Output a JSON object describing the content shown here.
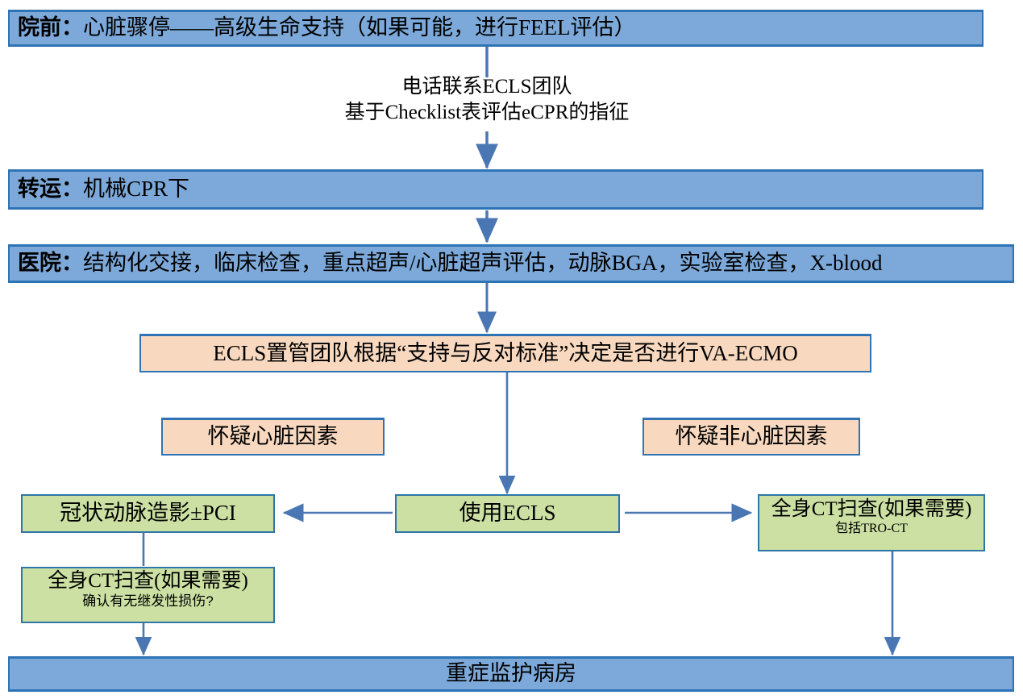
{
  "diagram": {
    "title_hidden": "",
    "colors": {
      "banner_fill": "#7CA9D9",
      "banner_border": "#2E74B5",
      "peach_fill": "#F8D9C0",
      "peach_border": "#2E74B5",
      "green_fill": "#CBE0A2",
      "green_border": "#2E75A8",
      "arrow": "#4A77B4"
    },
    "nodes": {
      "prehospital": {
        "lead": "院前：",
        "text": "心脏骤停——高级生命支持（如果可能，进行FEEL评估）"
      },
      "transport": {
        "lead": "转运：",
        "text": "机械CPR下"
      },
      "hospital": {
        "lead": "医院：",
        "text": "结构化交接，临床检查，重点超声/心脏超声评估，动脉BGA，实验室检查，X-blood"
      },
      "decision": {
        "text": "ECLS置管团队根据“支持与反对标准”决定是否进行VA-ECMO"
      },
      "suspect_cardiac": {
        "text": "怀疑心脏因素"
      },
      "suspect_noncardiac": {
        "text": "怀疑非心脏因素"
      },
      "coronary": {
        "text": "冠状动脉造影±PCI"
      },
      "use_ecls": {
        "text": "使用ECLS"
      },
      "ct_right": {
        "text": "全身CT扫查(如果需要)",
        "sub": "包括TRO-CT"
      },
      "ct_left": {
        "text": "全身CT扫查(如果需要)",
        "sub": "确认有无继发性损伤?"
      },
      "icu": {
        "text": "重症监护病房"
      }
    },
    "edge_labels": {
      "call_ecls": {
        "line1": "电话联系ECLS团队",
        "line2": "基于Checklist表评估eCPR的指征"
      }
    }
  }
}
